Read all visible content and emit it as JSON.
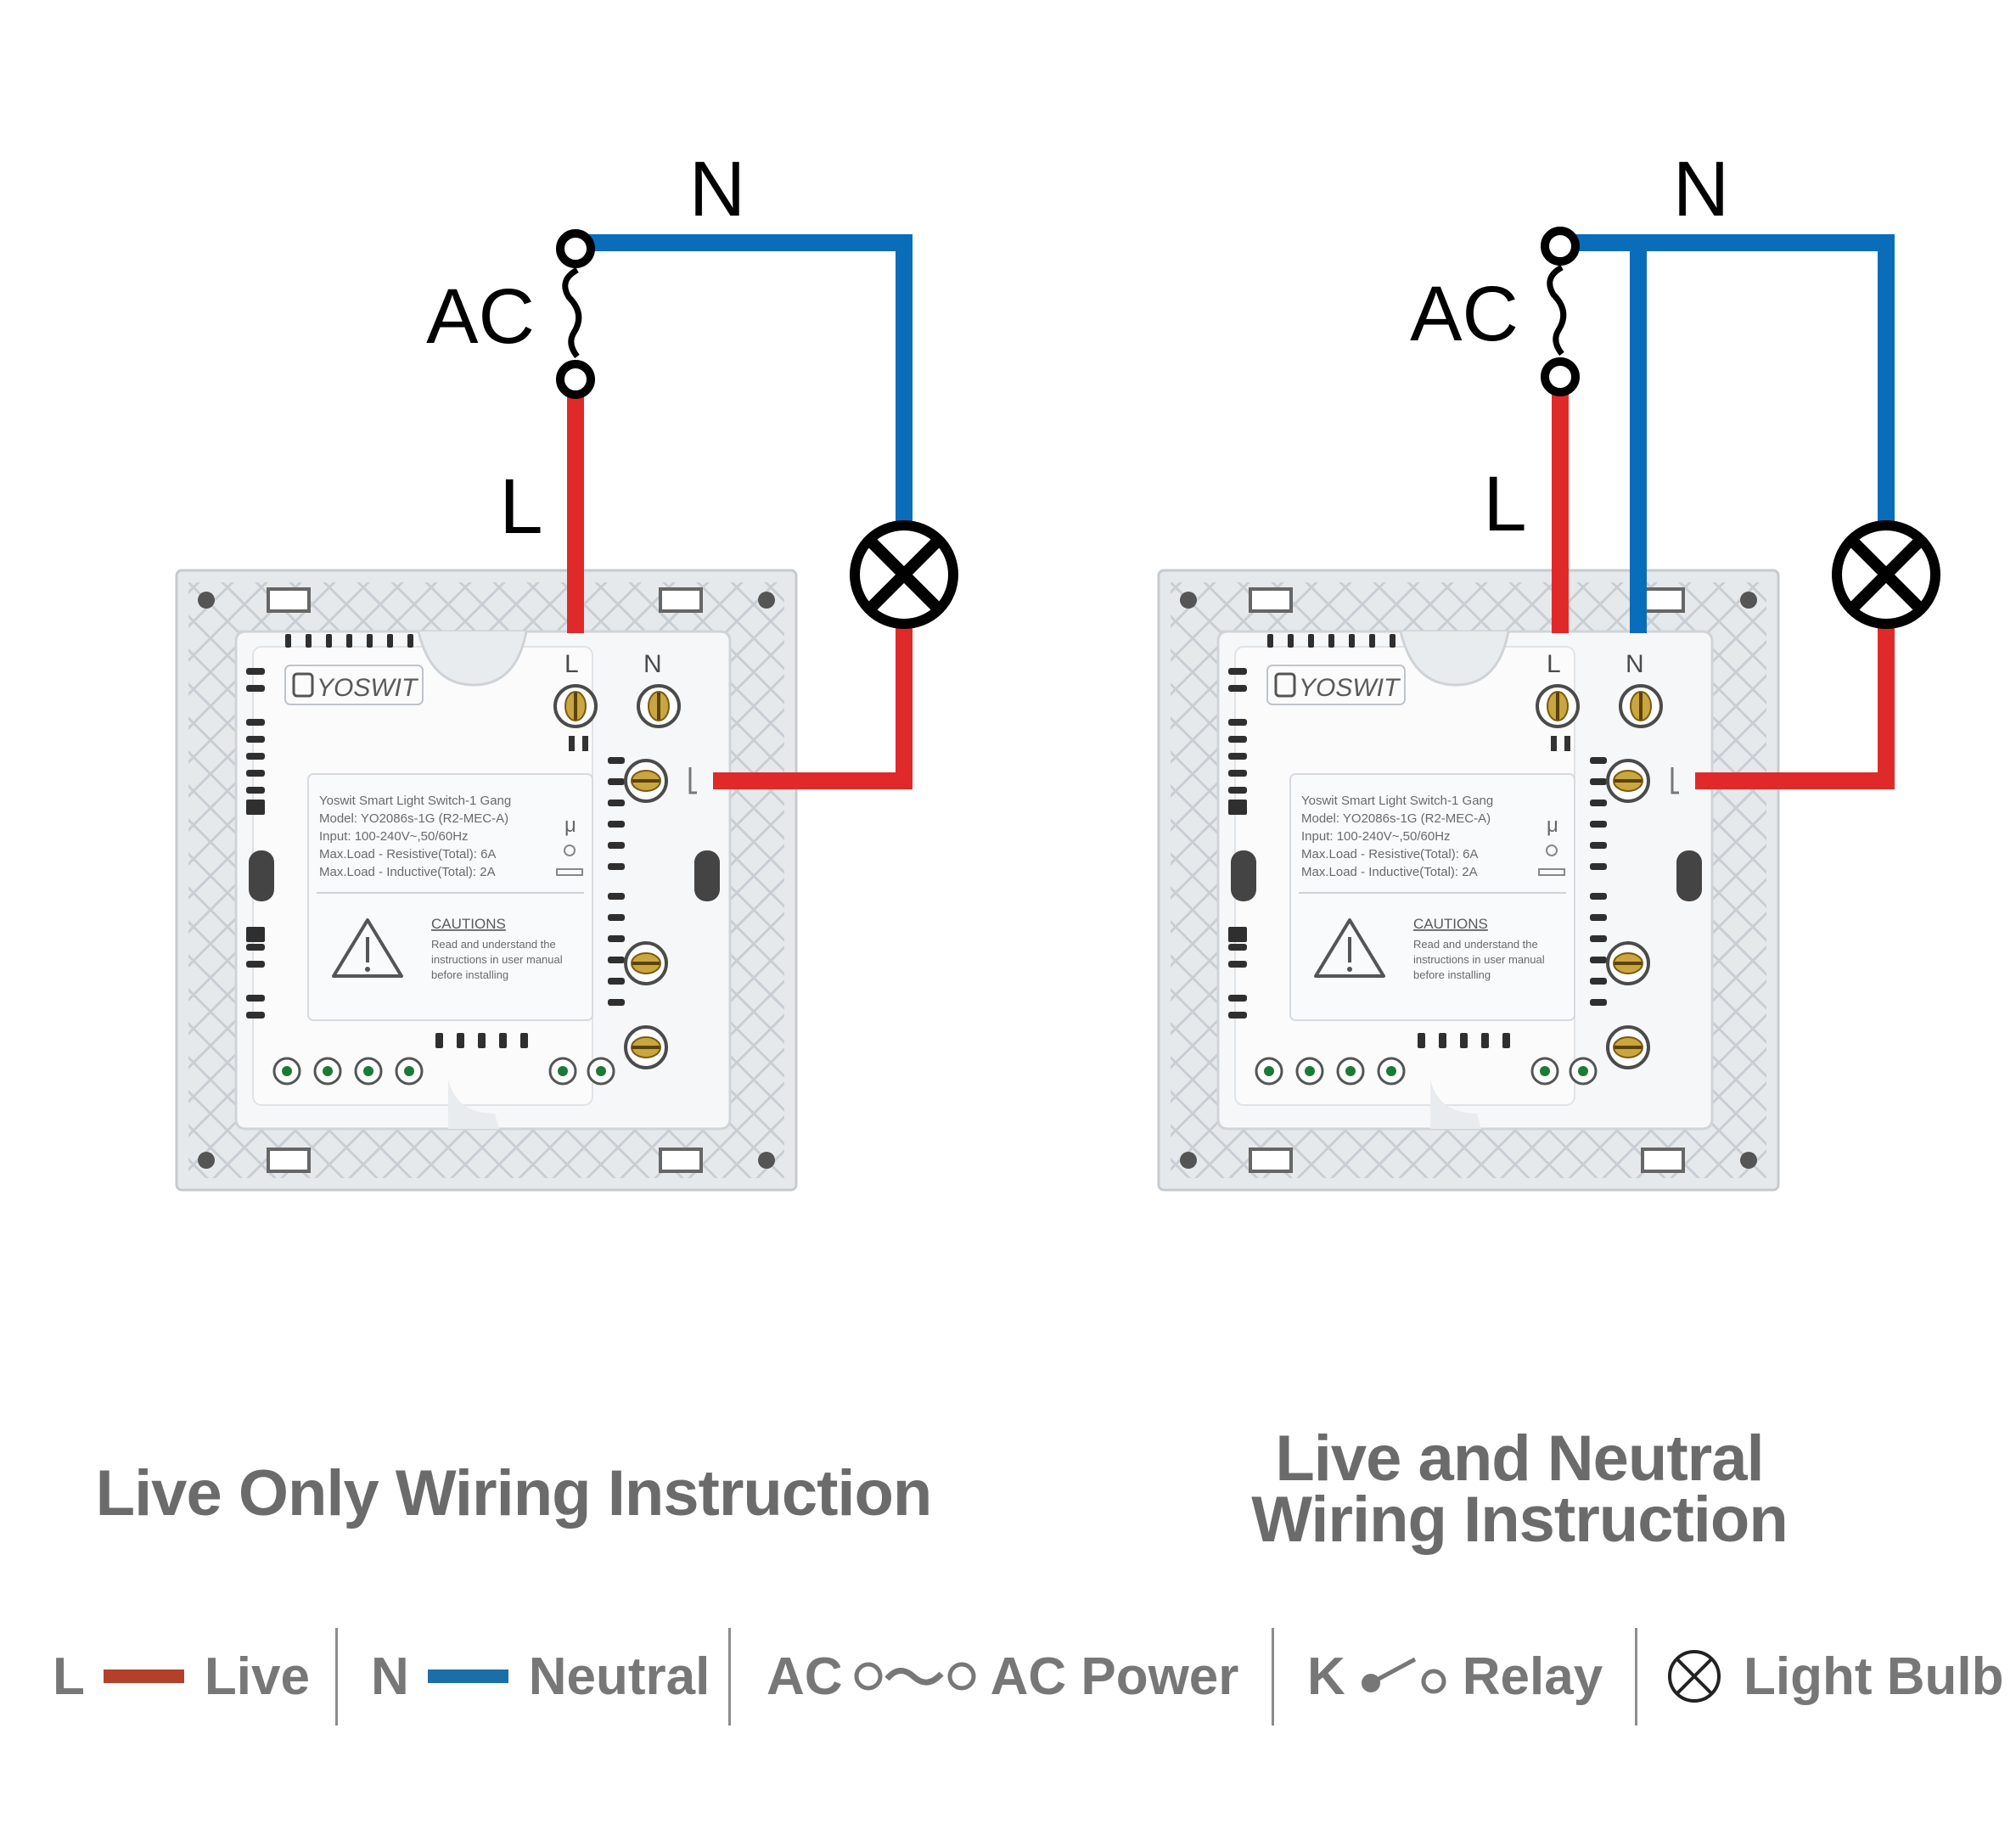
{
  "colors": {
    "live": "#e02a2a",
    "neutral": "#0a6dba",
    "legend_live": "#b3402a",
    "legend_neutral": "#1a6fa8",
    "caption": "#6b6b6b"
  },
  "diagrams": [
    {
      "caption": "Live Only Wiring Instruction",
      "label_n": "N",
      "label_ac": "AC",
      "label_l": "L",
      "device": {
        "brand": "YOSWIT",
        "terminal_l": "L",
        "terminal_n": "N",
        "spec_lines": [
          "Yoswit Smart Light Switch-1 Gang",
          "Model: YO2086s-1G (R2-MEC-A)",
          "Input: 100-240V~,50/60Hz",
          "Max.Load - Resistive(Total): 6A",
          "Max.Load - Inductive(Total): 2A"
        ],
        "cautions_title": "CAUTIONS",
        "cautions_lines": [
          "Read and understand the",
          "instructions in user manual",
          "before installing"
        ]
      }
    },
    {
      "caption_lines": [
        "Live and Neutral",
        "Wiring Instruction"
      ],
      "label_n": "N",
      "label_ac": "AC",
      "label_l": "L",
      "device": {
        "brand": "YOSWIT",
        "terminal_l": "L",
        "terminal_n": "N",
        "spec_lines": [
          "Yoswit Smart Light Switch-1 Gang",
          "Model: YO2086s-1G (R2-MEC-A)",
          "Input: 100-240V~,50/60Hz",
          "Max.Load - Resistive(Total): 6A",
          "Max.Load - Inductive(Total): 2A"
        ],
        "cautions_title": "CAUTIONS",
        "cautions_lines": [
          "Read and understand the",
          "instructions in user manual",
          "before installing"
        ]
      }
    }
  ],
  "legend": {
    "live": {
      "key": "L",
      "label": "Live"
    },
    "neutral": {
      "key": "N",
      "label": "Neutral"
    },
    "ac": {
      "key": "AC",
      "label": "AC Power"
    },
    "relay": {
      "key": "K",
      "label": "Relay"
    },
    "bulb": {
      "label": "Light Bulb"
    }
  }
}
